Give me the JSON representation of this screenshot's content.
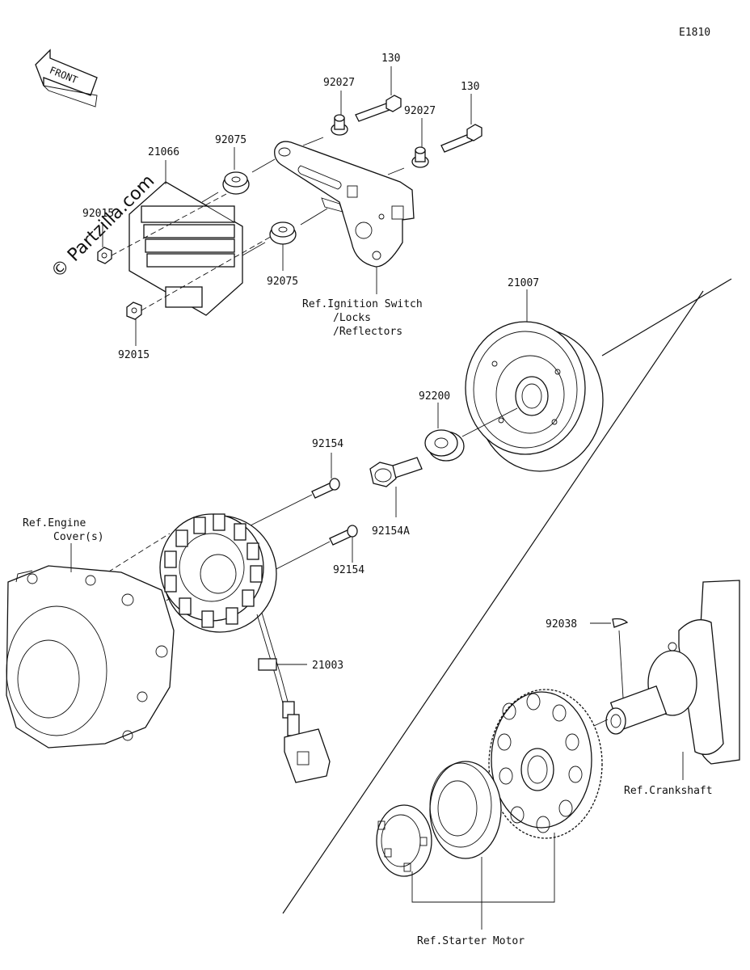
{
  "diagram_code": "E1810",
  "front_label": "FRONT",
  "watermark": "© Partzilla.com",
  "parts": {
    "p21066": "21066",
    "p92075_top": "92075",
    "p92075_bottom": "92075",
    "p92015_top": "92015",
    "p92015_bottom": "92015",
    "p92027_left": "92027",
    "p92027_right": "92027",
    "p130_left": "130",
    "p130_right": "130",
    "p21007": "21007",
    "p92200": "92200",
    "p92154_top": "92154",
    "p92154_bottom": "92154",
    "p92154A": "92154A",
    "p21003": "21003",
    "p92038": "92038"
  },
  "refs": {
    "ignition_line1": "Ref.Ignition Switch",
    "ignition_line2": "/Locks",
    "ignition_line3": "/Reflectors",
    "engine_line1": "Ref.Engine",
    "engine_line2": "Cover(s)",
    "crankshaft": "Ref.Crankshaft",
    "starter_motor": "Ref.Starter Motor"
  }
}
